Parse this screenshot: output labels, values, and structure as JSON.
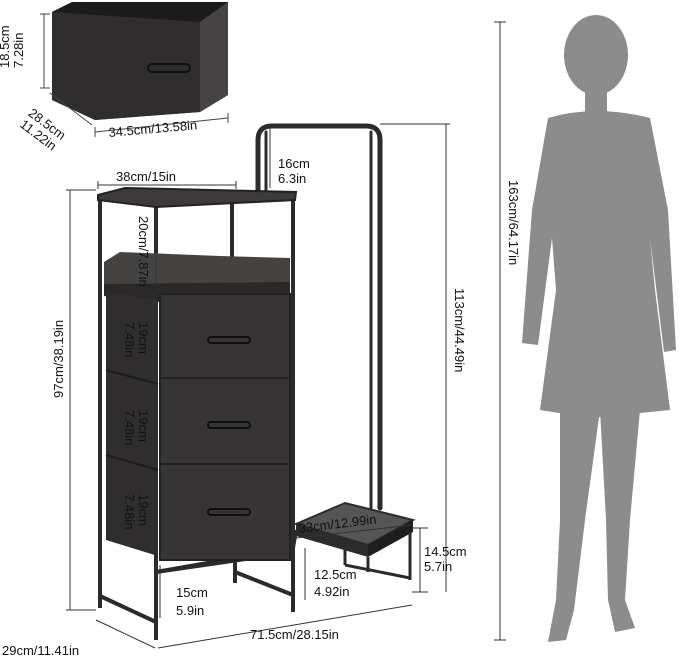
{
  "colors": {
    "furniture": "#2b2b2b",
    "fabric": "#363434",
    "silhouette": "#8a8a8a",
    "line": "#333333",
    "background": "#ffffff"
  },
  "silhouette_icon": "woman-silhouette",
  "dimensions": {
    "box_height": "18.5cm\n7.28in",
    "box_depth": "28.5cm\n11.22in",
    "box_width": "34.5cm/13.58in",
    "top_width": "38cm/15in",
    "hanger_gap": "16cm\n6.3in",
    "shelf_height": "20cm/7.87in",
    "total_height": "97cm/38.19in",
    "drawer1": "19cm\n7.48in",
    "drawer2": "19cm\n7.48in",
    "drawer3": "19cm\n7.48in",
    "rack_height": "113cm/44.49in",
    "person_height": "163cm/64.17in",
    "shoe_width": "33cm/12.99in",
    "shoe_height": "14.5cm\n5.7in",
    "shoe_depth": "12.5cm\n4.92in",
    "leg_height": "15cm\n5.9in",
    "depth": "29cm/11.41in",
    "width": "71.5cm/28.15in"
  }
}
